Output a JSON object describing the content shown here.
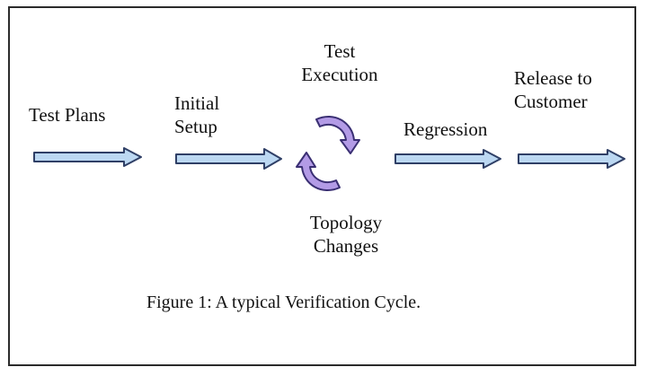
{
  "diagram": {
    "steps": {
      "test_plans": "Test Plans",
      "initial_setup_line1": "Initial",
      "initial_setup_line2": "Setup",
      "test_execution_line1": "Test",
      "test_execution_line2": "Execution",
      "topology_line1": "Topology",
      "topology_line2": "Changes",
      "regression": "Regression",
      "release_line1": "Release to",
      "release_line2": "Customer"
    },
    "caption": "Figure 1: A typical Verification Cycle.",
    "colors": {
      "arrow_fill": "#bcd8f2",
      "arrow_stroke": "#2f3f66",
      "cycle_fill": "#b39be6",
      "cycle_stroke": "#3a2f73",
      "frame": "#2b2b2b"
    }
  }
}
